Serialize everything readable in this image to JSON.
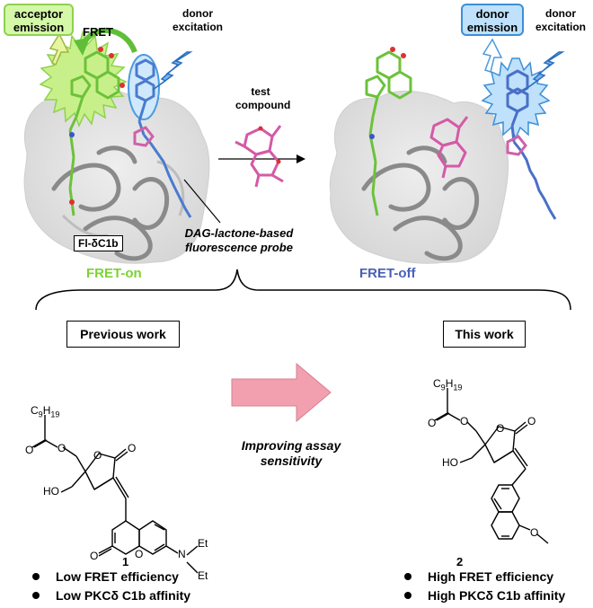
{
  "top": {
    "acceptor_emission": "acceptor emission",
    "fret": "FRET",
    "donor_excitation_left": "donor excitation",
    "donor_emission": "donor emission",
    "donor_excitation_right": "donor excitation",
    "test_compound": "test compound",
    "protein_label": "Fl-δC1b",
    "probe_label": "DAG-lactone-based fluorescence probe",
    "fret_on": "FRET-on",
    "fret_off": "FRET-off"
  },
  "previous": {
    "title": "Previous work",
    "compound_number": "1",
    "bullets": [
      "Low FRET efficiency",
      "Low PKCδ C1b affinity"
    ]
  },
  "current": {
    "title": "This work",
    "compound_number": "2",
    "bullets": [
      "High FRET efficiency",
      "High PKCδ C1b affinity"
    ]
  },
  "middle": {
    "arrow_text": "Improving assay sensitivity"
  },
  "chem": {
    "c9h19_left": "C9H19",
    "c9h19_right": "C9H19",
    "ho_left": "HO",
    "ho_right": "HO",
    "o_ring_left": "O",
    "o_carbonyl_left": "O",
    "o_ester_left": "O",
    "o_ester2_left": "O",
    "o_coumarin_ring": "O",
    "o_coumarin_carbonyl": "O",
    "n_label": "N",
    "et1": "Et",
    "et2": "Et",
    "o_ring_right": "O",
    "o_carbonyl_right": "O",
    "o_ester_right": "O",
    "o_ester2_right": "O",
    "o_methoxy": "O"
  },
  "colors": {
    "acceptor_green": "#8fd14f",
    "donor_blue": "#3d8fd6",
    "fret_on_text": "#7bd334",
    "fret_off_text": "#4a5fb8",
    "test_compound_pink": "#d45aa6",
    "arrow_pink": "#f2a0b0"
  }
}
